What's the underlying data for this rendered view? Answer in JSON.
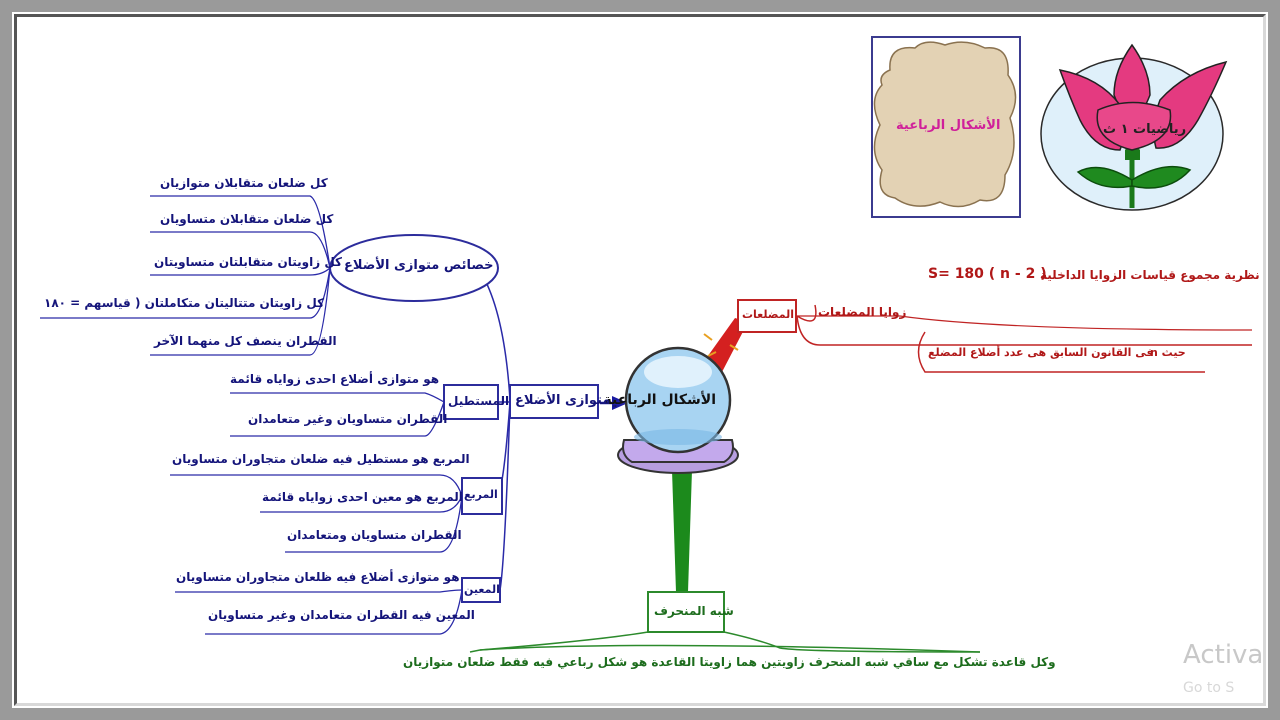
{
  "center": {
    "title": "الأشكال الرباعية"
  },
  "cloud": {
    "text": "الأشكال الرباعية"
  },
  "flower": {
    "text": "رياضيات ١ ث"
  },
  "blue_branch": {
    "main": "متوازى الأضلاع",
    "properties_node": "خصائص متوازى الأضلاع",
    "properties": [
      "كل ضلعان متقابلان متوازيان",
      "كل ضلعان متقابلان متساويان",
      "كل زاويتان متقابلتان متساويتان",
      "كل زاويتان متتاليتان متكاملتان ( قياسهم = ١٨٠",
      "القطران ينصف كل منهما الآخر"
    ],
    "rectangle_node": "المستطيل",
    "rectangle": [
      "هو متوازى أضلاع احدى زواياه قائمة",
      "القطران متساويان وغير متعامدان"
    ],
    "square_node": "المربع",
    "square": [
      "المربع هو مستطيل فيه ضلعان متجاوران متساويان",
      "المربع هو معين احدى زواياه قائمة",
      "القطران متساويان ومتعامدان"
    ],
    "rhombus_node": "المعين",
    "rhombus": [
      "هو متوازى أضلاع فيه ظلعان متجاوران متساويان",
      "المعين فيه القطران متعامدان وغير متساويان"
    ]
  },
  "red_branch": {
    "node": "المضلعات",
    "sub": "زوايا المضلعات",
    "theorem_prefix": "نظرية مجموع قياسات الزوايا الداخلية",
    "theorem_formula": "S= 180 ( n - 2 )",
    "where_prefix": "حيث n",
    "where_text": "فى القانون السابق هى عدد أضلاع المضلع"
  },
  "green_branch": {
    "node": "شبه المنحرف",
    "text": "وكل قاعدة تشكل مع ساقي شبه المنحرف زاويتين هما زاويتا القاعدة هو شكل رباعي فيه فقط ضلعان متوازيان"
  },
  "watermark": {
    "line1": "Activa",
    "line2": "Go to S"
  },
  "colors": {
    "blue": "#14147a",
    "red": "#b01818",
    "green": "#1c6c1c",
    "frame": "#9a9a9a"
  }
}
